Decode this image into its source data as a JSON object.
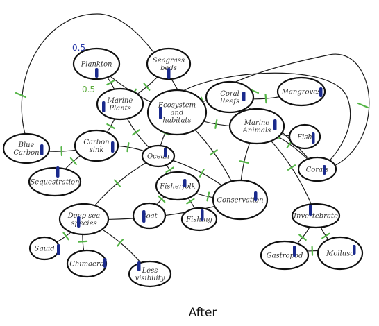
{
  "caption": "After",
  "legend": {
    "top_label": "0.5",
    "bottom_label": "0.5",
    "top_color": "#2a3aa8",
    "bottom_color": "#5aaa3a"
  },
  "nodes": [
    {
      "id": "plankton",
      "label": "Plankton"
    },
    {
      "id": "seagrass",
      "label": "Seagrass\nbeds"
    },
    {
      "id": "marine-plants",
      "label": "Marine\nPlants"
    },
    {
      "id": "ecosystem",
      "label": "Ecosystem\nand\nhabitats"
    },
    {
      "id": "coral-reefs",
      "label": "Coral\nReefs"
    },
    {
      "id": "mangroves",
      "label": "Mangroves"
    },
    {
      "id": "marine-animals",
      "label": "Marine\nAnimals"
    },
    {
      "id": "fish",
      "label": "Fish"
    },
    {
      "id": "corals",
      "label": "Corals"
    },
    {
      "id": "blue-carbon",
      "label": "Blue\nCarbon"
    },
    {
      "id": "carbon-sink",
      "label": "Carbon\nsink"
    },
    {
      "id": "ocean",
      "label": "Ocean"
    },
    {
      "id": "sequestration",
      "label": "Sequestration"
    },
    {
      "id": "fisherfolk",
      "label": "Fisherfolk"
    },
    {
      "id": "conservation",
      "label": "Conservation"
    },
    {
      "id": "deep-sea",
      "label": "Deep sea\nspecies"
    },
    {
      "id": "boat",
      "label": "Boat"
    },
    {
      "id": "fishing",
      "label": "Fishing"
    },
    {
      "id": "invertebrate",
      "label": "Invertebrate"
    },
    {
      "id": "squid",
      "label": "Squid"
    },
    {
      "id": "chimaera",
      "label": "Chimaera"
    },
    {
      "id": "less-visibility",
      "label": "Less\nvisibility"
    },
    {
      "id": "gastropod",
      "label": "Gastropod"
    },
    {
      "id": "mollusc",
      "label": "Mollusc"
    }
  ]
}
